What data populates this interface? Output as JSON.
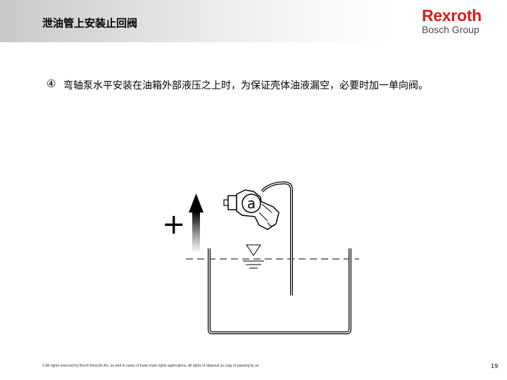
{
  "header": {
    "title": "泄油管上安装止回阀",
    "logo_brand": "Rexroth",
    "logo_sub": "Bosch Group"
  },
  "content": {
    "bullet_number": "④",
    "bullet_text": "弯轴泵水平安装在油箱外部液压之上时，为保证壳体油液漏空，必要时加一单向阀。"
  },
  "diagram": {
    "plus_symbol": "+",
    "pump_label": "a"
  },
  "footer": {
    "copyright": "© All rights reserved by Bosch Rexroth AG, as well in cases of trade-mark rights applications. All rights of disposal as copy of passing by us",
    "page_number": "19"
  },
  "colors": {
    "brand_red": "#d7201b",
    "header_gray": "#c8c8c8"
  }
}
